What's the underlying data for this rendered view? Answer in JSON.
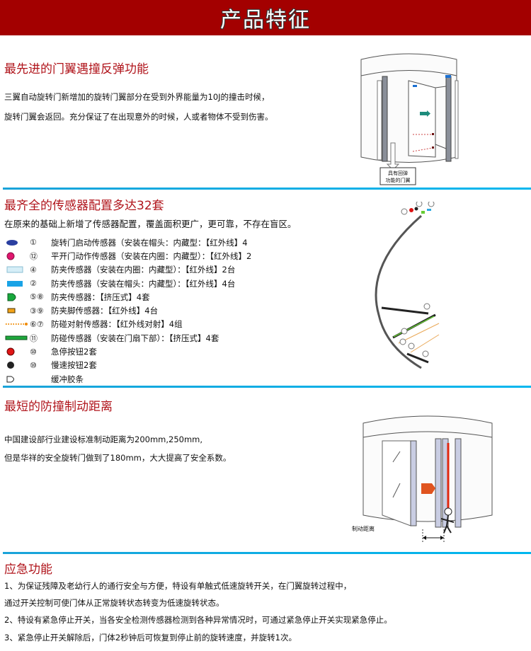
{
  "banner": {
    "title": "产品特征"
  },
  "sections": [
    {
      "title": "最先进的门翼遇撞反弹功能",
      "lines": [
        "三翼自动旋转门新增加的旋转门翼部分在受到外界能量为10J的撞击时候，",
        "旋转门翼会返回。充分保证了在出现意外的时候，人或者物体不受到伤害。"
      ],
      "figure_caption": [
        "具有回弹",
        "功能的门翼"
      ]
    },
    {
      "title": "最齐全的传感器配置多达32套",
      "lines": [
        "在原来的基础上新增了传感器配置，覆盖面积更广，更可靠，不存在盲区。"
      ],
      "legend": [
        {
          "icon": "blue-ellipse",
          "num": "①",
          "label": "旋转门启动传感器（安装在帽头：内藏型：【红外线】4"
        },
        {
          "icon": "magenta-dot",
          "num": "⑫",
          "label": "平开门动作传感器（安装在内圈：内藏型）：【红外线】2"
        },
        {
          "icon": "light-blue-rect",
          "num": "④",
          "label": "防夹传感器（安装在内圈：内藏型）：【红外线】2台"
        },
        {
          "icon": "blue-rect",
          "num": "②",
          "label": "防夹传感器（安装在帽头：内藏型）：【红外线】4台"
        },
        {
          "icon": "green-d-shape",
          "num": "⑤⑧",
          "label": "防夹传感器：【挤压式】4套"
        },
        {
          "icon": "orange-square",
          "num": "③⑨",
          "label": "防夹脚传感器：【红外线】4台"
        },
        {
          "icon": "orange-dotted-line",
          "num": "⑥⑦",
          "label": "防碰对射传感器：【红外线对射】4组"
        },
        {
          "icon": "green-bar",
          "num": "⑪",
          "label": "防碰传感器（安装在门扇下部）：【挤压式】4套"
        },
        {
          "icon": "red-dot",
          "num": "⑩",
          "label": "急停按钮2套"
        },
        {
          "icon": "black-dot",
          "num": "⑩",
          "label": "慢速按钮2套"
        },
        {
          "icon": "buffer-outline",
          "num": "",
          "label": "缓冲胶条"
        }
      ]
    },
    {
      "title": "最短的防撞制动距离",
      "lines": [
        "中国建设部行业建设标准制动距离为200mm,250mm,",
        "但是华祥的安全旋转门做到了180mm，大大提高了安全系数。"
      ],
      "figure_caption": "制动距离"
    },
    {
      "title": "应急功能",
      "lines": [
        "1、为保证残障及老幼行人的通行安全与方便，特设有单触式低速旋转开关，在门翼旋转过程中，",
        "通过开关控制可使门体从正常旋转状态转变为低速旋转状态。",
        "2、特设有紧急停止开关，当各安全检测传感器检测到各种异常情况时，可通过紧急停止开关实现紧急停止。",
        "3、紧急停止开关解除后，门体2秒钟后可恢复到停止前的旋转速度，并旋转1次。"
      ]
    }
  ],
  "colors": {
    "banner": "#a30000",
    "section_title": "#b0141b",
    "divider": "#00b7ef"
  }
}
